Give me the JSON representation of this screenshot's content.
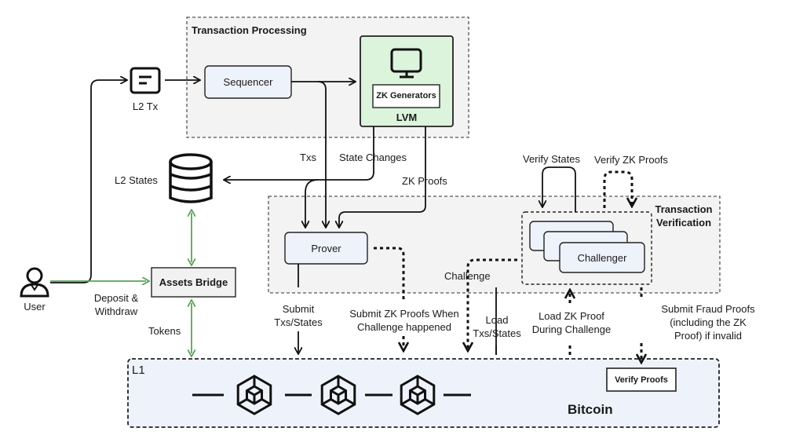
{
  "regions": {
    "transaction_processing": "Transaction Processing",
    "transaction_verification_line1": "Transaction",
    "transaction_verification_line2": "Verification",
    "l1": "L1"
  },
  "nodes": {
    "l2_tx": "L2 Tx",
    "sequencer": "Sequencer",
    "zk_generators": "ZK Generators",
    "lvm": "LVM",
    "l2_states": "L2 States",
    "prover": "Prover",
    "challenger": "Challenger",
    "user": "User",
    "assets_bridge": "Assets Bridge",
    "verify_proofs": "Verify Proofs",
    "bitcoin": "Bitcoin"
  },
  "edges": {
    "txs": "Txs",
    "state_changes": "State Changes",
    "zk_proofs": "ZK Proofs",
    "verify_states": "Verify States",
    "verify_zk_proofs": "Verify ZK Proofs",
    "challenge": "Challenge",
    "submit_1": "Submit",
    "submit_2": "Txs/States",
    "submit_zk_1": "Submit ZK Proofs When",
    "submit_zk_2": "Challenge happened",
    "load_1": "Load",
    "load_2": "Txs/States",
    "load_zk_1": "Load ZK Proof",
    "load_zk_2": "During Challenge",
    "fraud_1": "Submit Fraud Proofs",
    "fraud_2": "(including the ZK",
    "fraud_3": "Proof) if invalid",
    "deposit_1": "Deposit &",
    "deposit_2": "Withdraw",
    "tokens": "Tokens"
  },
  "colors": {
    "node_fill": "#eef2fb",
    "lvm_fill": "#dcf3dc",
    "region_fill": "#f3f3f3",
    "l1_fill": "#eef3fb",
    "green_line": "#5aa35a",
    "ink": "#111111"
  }
}
